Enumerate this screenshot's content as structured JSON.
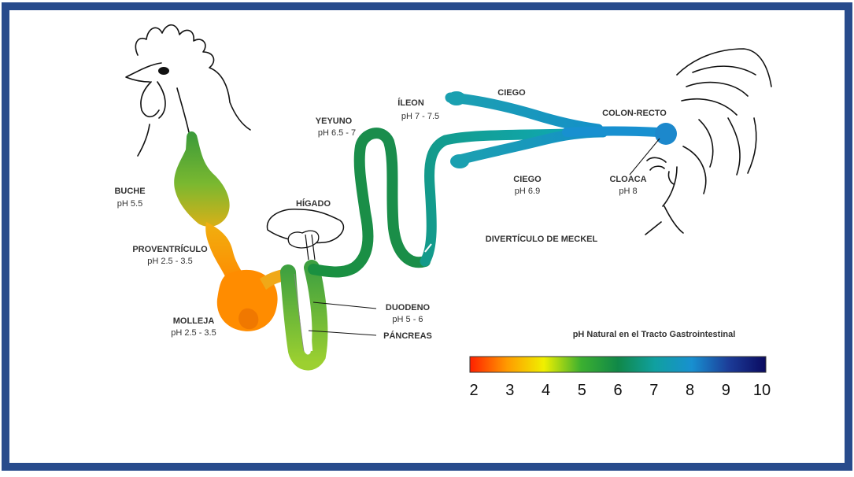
{
  "frame_color": "#284b8c",
  "labels": {
    "buche": {
      "name": "BUCHE",
      "ph": "pH 5.5"
    },
    "proventriculo": {
      "name": "PROVENTRÍCULO",
      "ph": "pH 2.5 - 3.5"
    },
    "molleja": {
      "name": "MOLLEJA",
      "ph": "pH 2.5 - 3.5"
    },
    "higado": {
      "name": "HÍGADO"
    },
    "yeyuno": {
      "name": "YEYUNO",
      "ph": "pH 6.5 - 7"
    },
    "ileon": {
      "name": "ÍLEON",
      "ph": "pH 7 - 7.5"
    },
    "ciego_top": {
      "name": "CIEGO"
    },
    "ciego_bottom": {
      "name": "CIEGO",
      "ph": "pH 6.9"
    },
    "colon": {
      "name": "COLON-RECTO"
    },
    "cloaca": {
      "name": "CLOACA",
      "ph": "pH 8"
    },
    "duodeno": {
      "name": "DUODENO",
      "ph": "pH 5 - 6"
    },
    "pancreas": {
      "name": "PÁNCREAS"
    },
    "meckel": {
      "name": "DIVERTÍCULO DE MECKEL"
    }
  },
  "scale": {
    "title": "pH Natural en el Tracto Gastrointestinal",
    "ticks": [
      "2",
      "3",
      "4",
      "5",
      "6",
      "7",
      "8",
      "9",
      "10"
    ],
    "min": 2,
    "max": 10,
    "colors": [
      "#ff2000",
      "#ff9a00",
      "#f0f000",
      "#3cb030",
      "#108848",
      "#10a0a0",
      "#1890d0",
      "#1c3c98",
      "#0a0a60"
    ]
  }
}
